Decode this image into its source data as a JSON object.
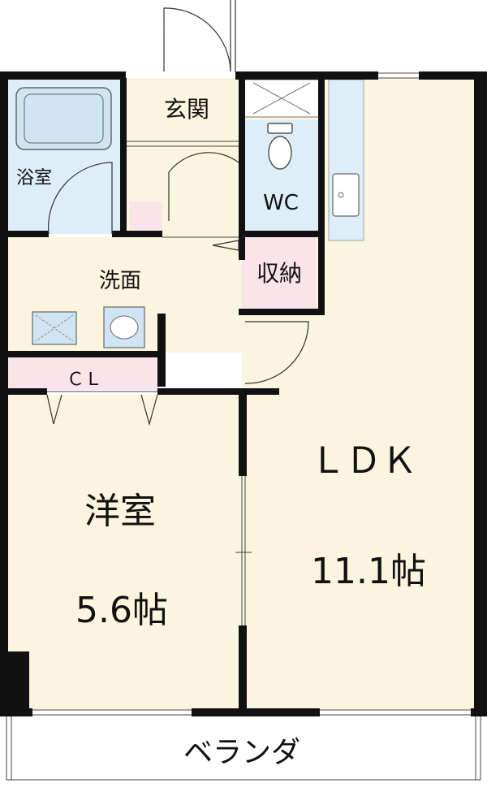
{
  "rooms": {
    "entrance": "玄関",
    "bath": "浴室",
    "wc": "WC",
    "storage": "収納",
    "washroom": "洗面",
    "closet": "ＣＬ",
    "western_room": "洋室",
    "western_room_size": "5.6帖",
    "ldk": "ＬＤＫ",
    "ldk_size": "11.1帖",
    "balcony": "ベランダ"
  },
  "colors": {
    "floor": "#fbf4df",
    "wet_area": "#deeef8",
    "storage": "#fbe3ea",
    "wall": "#111111"
  }
}
